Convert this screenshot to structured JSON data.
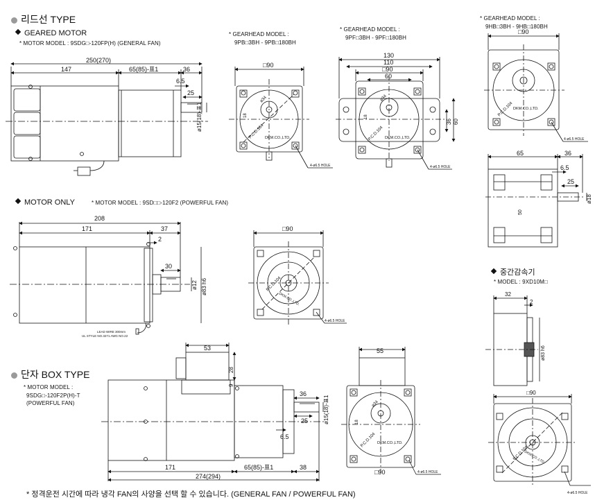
{
  "section_lead": {
    "title": "리드선 TYPE"
  },
  "geared_motor": {
    "title": "GEARED MOTOR",
    "model": "* MOTOR MODEL : 9SDG□-120FP(H) (GENERAL FAN)",
    "dims": {
      "total": "250(270)",
      "body": "147",
      "gear": "65(85)-표1",
      "shaft_len": "36",
      "step": "6.5",
      "key": "25",
      "shaft_d": "ø15(18)-표1"
    }
  },
  "gearhead_pb": {
    "model_line1": "* GEARHEAD MODEL :",
    "model_line2": "9PB□3BH - 9PB□180BH",
    "square": "□90",
    "pcd": "P.C.D.104",
    "dia": "ø34",
    "dim18": "18",
    "brand": "DKM.CO.,LTD.",
    "hole": "4-ø6.5 HOLE"
  },
  "gearhead_pf": {
    "model_line1": "* GEARHEAD MODEL :",
    "model_line2": "9PF□3BH - 9PF□180BH",
    "w130": "130",
    "w110": "110",
    "w90": "□90",
    "w60": "60",
    "h36": "36",
    "h60": "60",
    "dim18": "18",
    "dia": "ø34",
    "pcd": "P.C.D.104",
    "brand": "DKM.CO.,LTD.",
    "hole": "4-ø6.5 HOLE"
  },
  "gearhead_hb": {
    "model_line1": "* GEARHEAD MODEL :",
    "model_line2": "9HB□3BH - 9HB□180BH",
    "square": "□90",
    "pcd": "P.C.D.104",
    "brand": "DKM.CO.,LTD.",
    "hole": "4-ø6.5 HOLE",
    "side": {
      "w65": "65",
      "w36": "36",
      "step": "6.5",
      "key": "25",
      "d18": "ø18",
      "h50": "50"
    }
  },
  "motor_only": {
    "title": "MOTOR ONLY",
    "model": "* MOTOR MODEL : 9SD□□-120F2 (POWERFUL FAN)",
    "dims": {
      "total": "208",
      "body": "171",
      "front": "37",
      "step": "2",
      "key": "30",
      "shaft": "ø12",
      "pilot": "ø83 h6"
    },
    "lead_note1": "LEAD WIRE 300mm",
    "lead_note2": "UL STYLE NO.3271 AWG NO.22",
    "front": {
      "square": "□90",
      "pcd": "P.C.D.104",
      "brand": "DKM.CO.,LTD.",
      "hole": "4-ø6.5 HOLE"
    }
  },
  "reducer": {
    "title": "중간감속기",
    "model": "* MODEL : 9XD10M□",
    "w32": "32",
    "d2": "2",
    "pilot": "ø83 h6",
    "square": "□90",
    "pcd": "P.C.D.104",
    "brand": "DKM.CO.,LTD.",
    "hole": "4-ø6.5 HOLE"
  },
  "box_type": {
    "title": "단자 BOX TYPE",
    "model1": "* MOTOR MODEL :",
    "model2": "9SDG□-120F2P(H)-T",
    "model3": "(POWERFUL FAN)",
    "dims": {
      "w53": "53",
      "h28": "28",
      "h9": "9",
      "shaft_len": "36",
      "key": "25",
      "step": "6.5",
      "shaft_d": "ø15(18)-표1",
      "body": "171",
      "gear": "65(85)-표1",
      "t38": "38",
      "total": "274(294)"
    },
    "front": {
      "w55": "55",
      "square": "□90",
      "pcd": "P.C.D.104",
      "dia": "ø34",
      "dim18": "18",
      "brand": "DKM.CO.,LTD.",
      "hole": "4-ø6.5 HOLE"
    }
  },
  "footer": {
    "note": "* 정격운전 시간에 따라 냉각 FAN의 사양을 선택 할 수 있습니다. (GENERAL FAN / POWERFUL FAN)"
  }
}
